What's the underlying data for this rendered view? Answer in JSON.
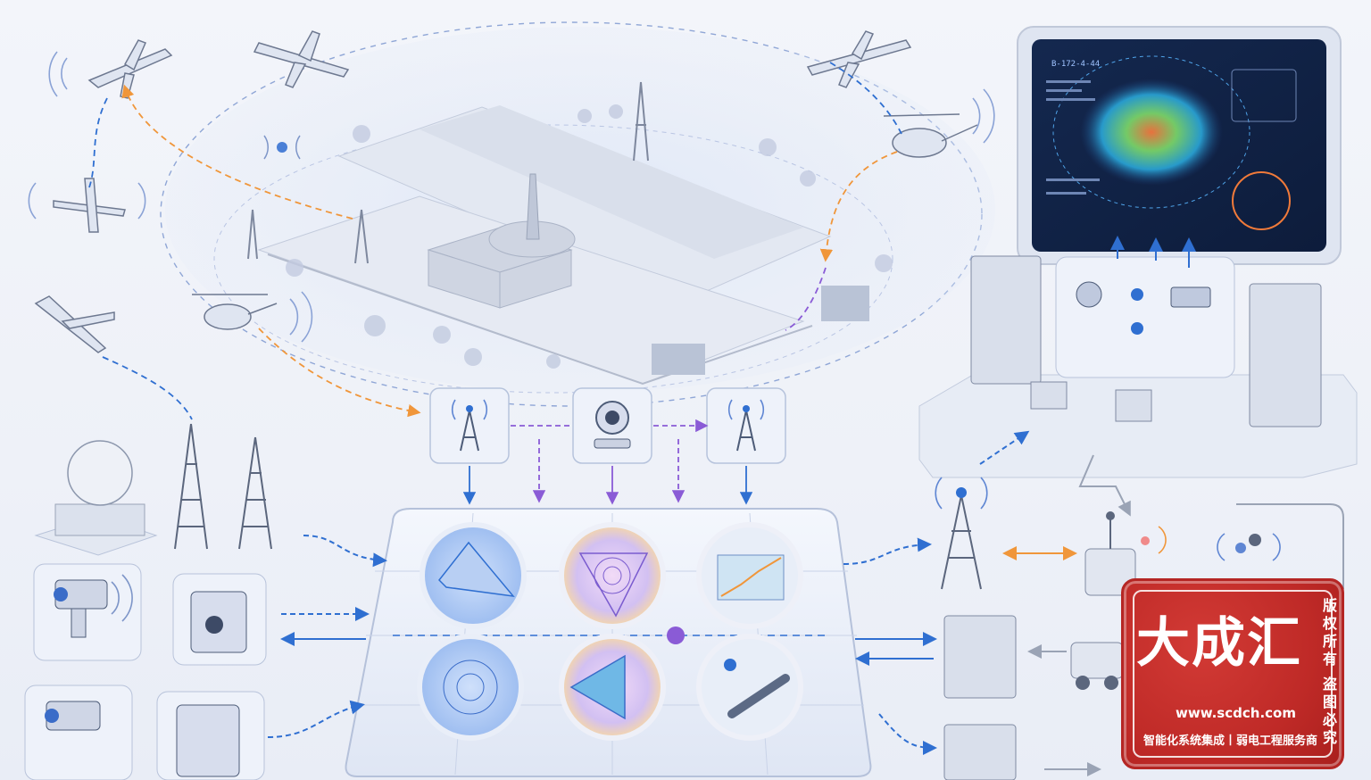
{
  "stamp": {
    "brand": "大成汇",
    "side_top": "版权所有",
    "side_bottom": "盗图必究",
    "url": "www.scdch.com",
    "services": "智能化系统集成丨弱电工程服务商"
  },
  "monitor": {
    "header_text": "B-172-4-44"
  },
  "colors": {
    "accent_blue": "#2f6fd1",
    "accent_orange": "#f0963a",
    "accent_purple": "#8a5bd6",
    "stamp_red": "#bf2a27"
  }
}
